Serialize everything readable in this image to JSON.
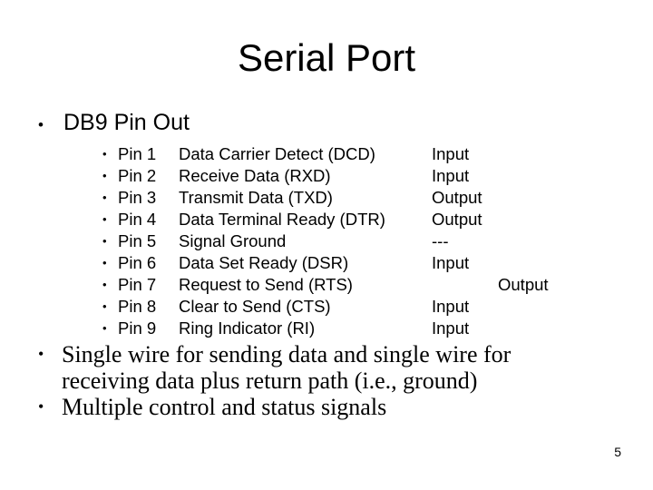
{
  "title": "Serial Port",
  "bullet_char": "•",
  "db9": {
    "label": "DB9 Pin Out"
  },
  "pins": [
    {
      "label": "Pin 1",
      "signal": "Data Carrier Detect (DCD)",
      "direction": "Input"
    },
    {
      "label": "Pin 2",
      "signal": "Receive Data (RXD)",
      "direction": "Input"
    },
    {
      "label": "Pin 3",
      "signal": "Transmit Data (TXD)",
      "direction": "Output"
    },
    {
      "label": "Pin 4",
      "signal": "Data Terminal Ready (DTR)",
      "direction": "Output"
    },
    {
      "label": "Pin 5",
      "signal": "Signal Ground",
      "direction": "---"
    },
    {
      "label": "Pin 6",
      "signal": "Data Set Ready (DSR)",
      "direction": "Input"
    },
    {
      "label": "Pin 7",
      "signal": "Request to Send (RTS)",
      "direction": "Output"
    },
    {
      "label": "Pin 8",
      "signal": "Clear to Send (CTS)",
      "direction": "Input"
    },
    {
      "label": "Pin 9",
      "signal": "Ring Indicator (RI)",
      "direction": "Input"
    }
  ],
  "notes": [
    {
      "line1": "Single wire for sending data and single wire for",
      "line2": "receiving data plus return path (i.e., ground)"
    },
    {
      "line1": "Multiple control and status signals"
    }
  ],
  "page_number": "5",
  "colors": {
    "background": "#ffffff",
    "text": "#000000"
  }
}
